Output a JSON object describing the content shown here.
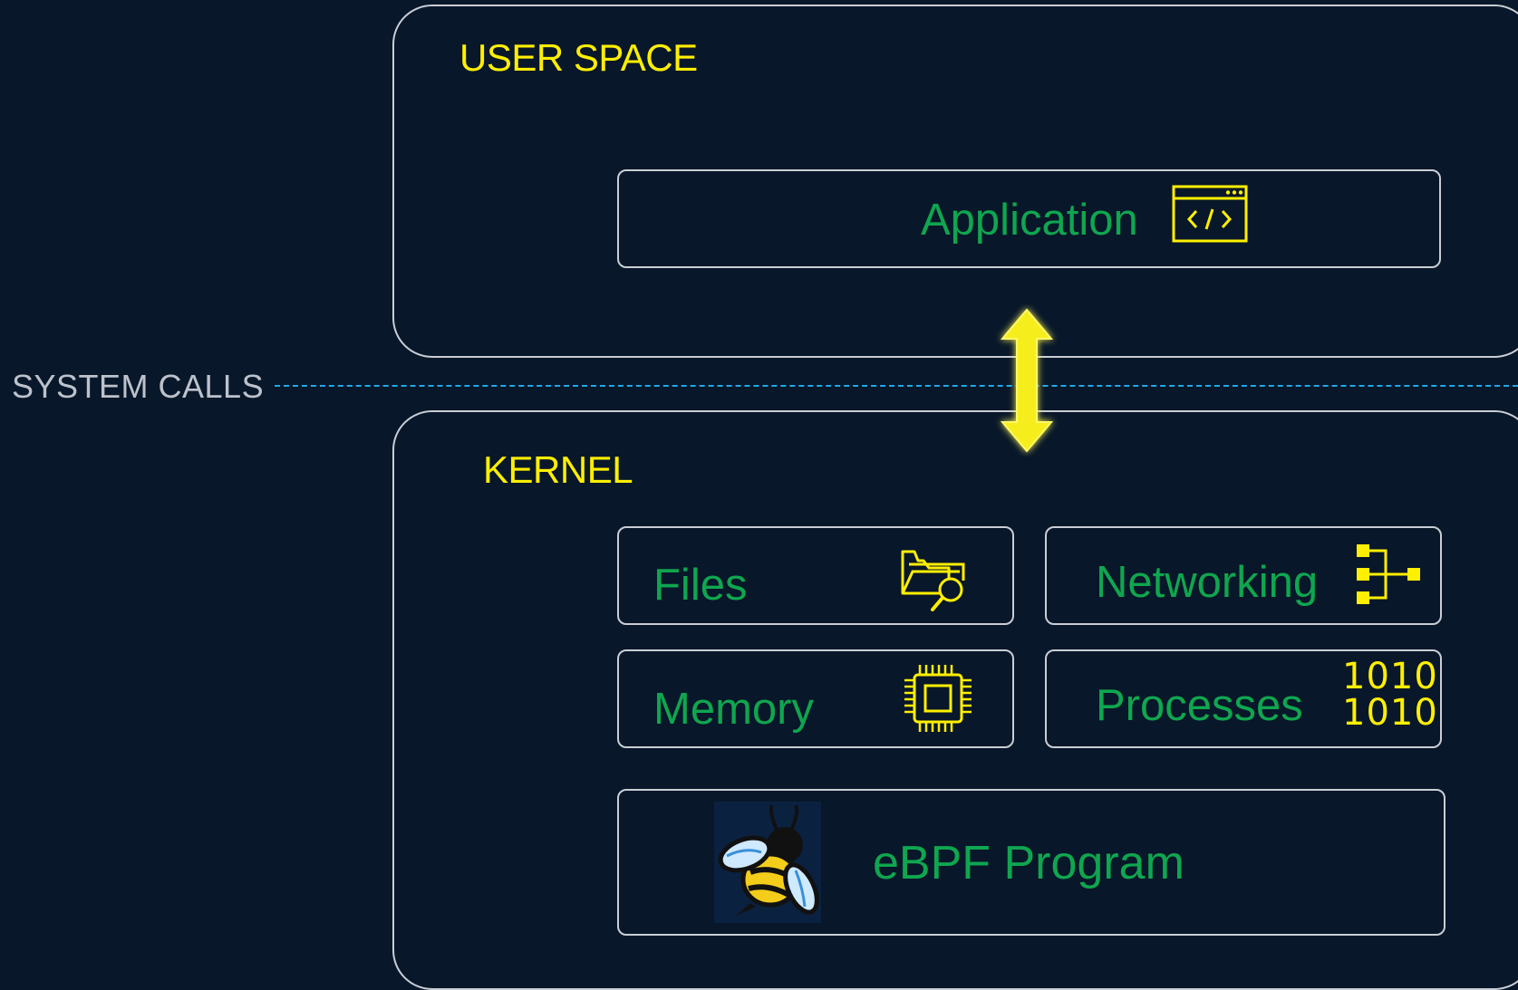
{
  "system_calls": {
    "label": "SYSTEM CALLS"
  },
  "user_space": {
    "title": "USER SPACE",
    "application": {
      "label": "Application",
      "icon": "code-window-icon"
    }
  },
  "kernel": {
    "title": "KERNEL",
    "files": {
      "label": "Files",
      "icon": "folder-search-icon"
    },
    "networking": {
      "label": "Networking",
      "icon": "network-tree-icon"
    },
    "memory": {
      "label": "Memory",
      "icon": "chip-icon"
    },
    "processes": {
      "label": "Processes",
      "binary_line1": "1010",
      "binary_line2": "1010"
    },
    "ebpf": {
      "label": "eBPF Program",
      "icon": "ebpf-bee-logo"
    }
  },
  "colors": {
    "background": "#081729",
    "accent_yellow": "#ffef00",
    "label_green": "#0fa64f",
    "divider_blue": "#1fa9e8",
    "border": "#c9ced6"
  }
}
